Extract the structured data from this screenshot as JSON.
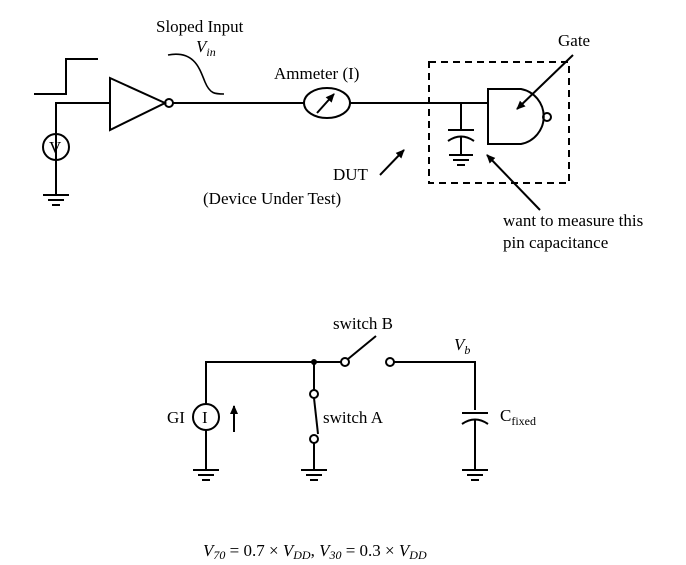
{
  "top_circuit": {
    "sloped_input_label": "Sloped Input",
    "vin_label": "V",
    "vin_sub": "in",
    "voltmeter_glyph": "V",
    "ammeter_label": "Ammeter (I)",
    "dut_label": "DUT",
    "dut_full": "(Device Under Test)",
    "gate_label": "Gate",
    "measure_line1": "want to measure this",
    "measure_line2": "pin capacitance"
  },
  "bottom_circuit": {
    "switch_b_label": "switch B",
    "switch_a_label": "switch A",
    "vb_label": "V",
    "vb_sub": "b",
    "gi_label": "GI",
    "current_source_glyph": "I",
    "cfixed_label": "C",
    "cfixed_sub": "fixed"
  },
  "formula": {
    "v70": "V",
    "v70_sub": "70",
    "eq1": " = 0.7 × ",
    "vdd1": "V",
    "vdd1_sub": "DD",
    "sep": ", ",
    "v30": "V",
    "v30_sub": "30",
    "eq2": " = 0.3 × ",
    "vdd2": "V",
    "vdd2_sub": "DD"
  }
}
